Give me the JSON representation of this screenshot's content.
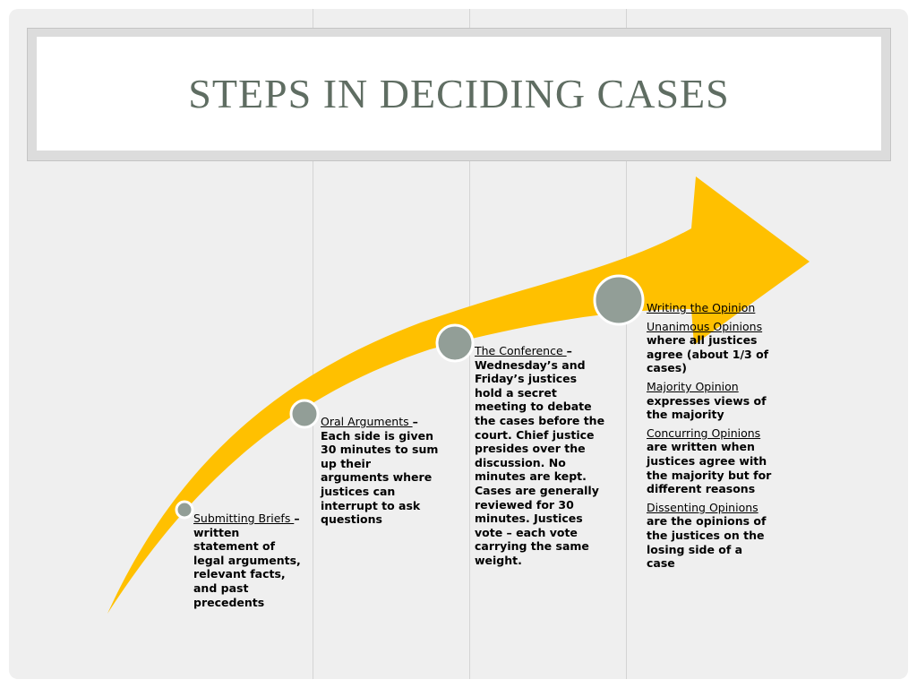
{
  "title": "STEPS IN DECIDING CASES",
  "colors": {
    "arrow": "#ffc000",
    "node_fill": "#929e97",
    "title_text": "#5f6d62"
  },
  "steps": [
    {
      "heading": "Submitting Briefs ",
      "body": "– written statement of legal arguments, relevant facts, and past precedents"
    },
    {
      "heading": "Oral Arguments ",
      "body": "– Each side is given 30 minutes to sum up their arguments where justices can interrupt to ask questions"
    },
    {
      "heading": "The Conference ",
      "body": "– Wednesday’s and Friday’s justices hold a secret meeting to debate the cases before the court. Chief justice presides over the discussion.  No minutes are kept. Cases are generally reviewed for 30 minutes. Justices vote – each vote carrying the same weight."
    },
    {
      "heading": "Writing the Opinion",
      "items": [
        {
          "term": "Unanimous Opinions ",
          "text": "where all justices agree (about 1/3 of cases)"
        },
        {
          "term": "Majority Opinion",
          "text": " expresses views of the majority"
        },
        {
          "term": "Concurring Opinions",
          "text": " are written when justices agree with the majority but for different reasons"
        },
        {
          "term": "Dissenting Opinions",
          "text": " are the opinions of the justices on the losing side of a case"
        }
      ]
    }
  ]
}
